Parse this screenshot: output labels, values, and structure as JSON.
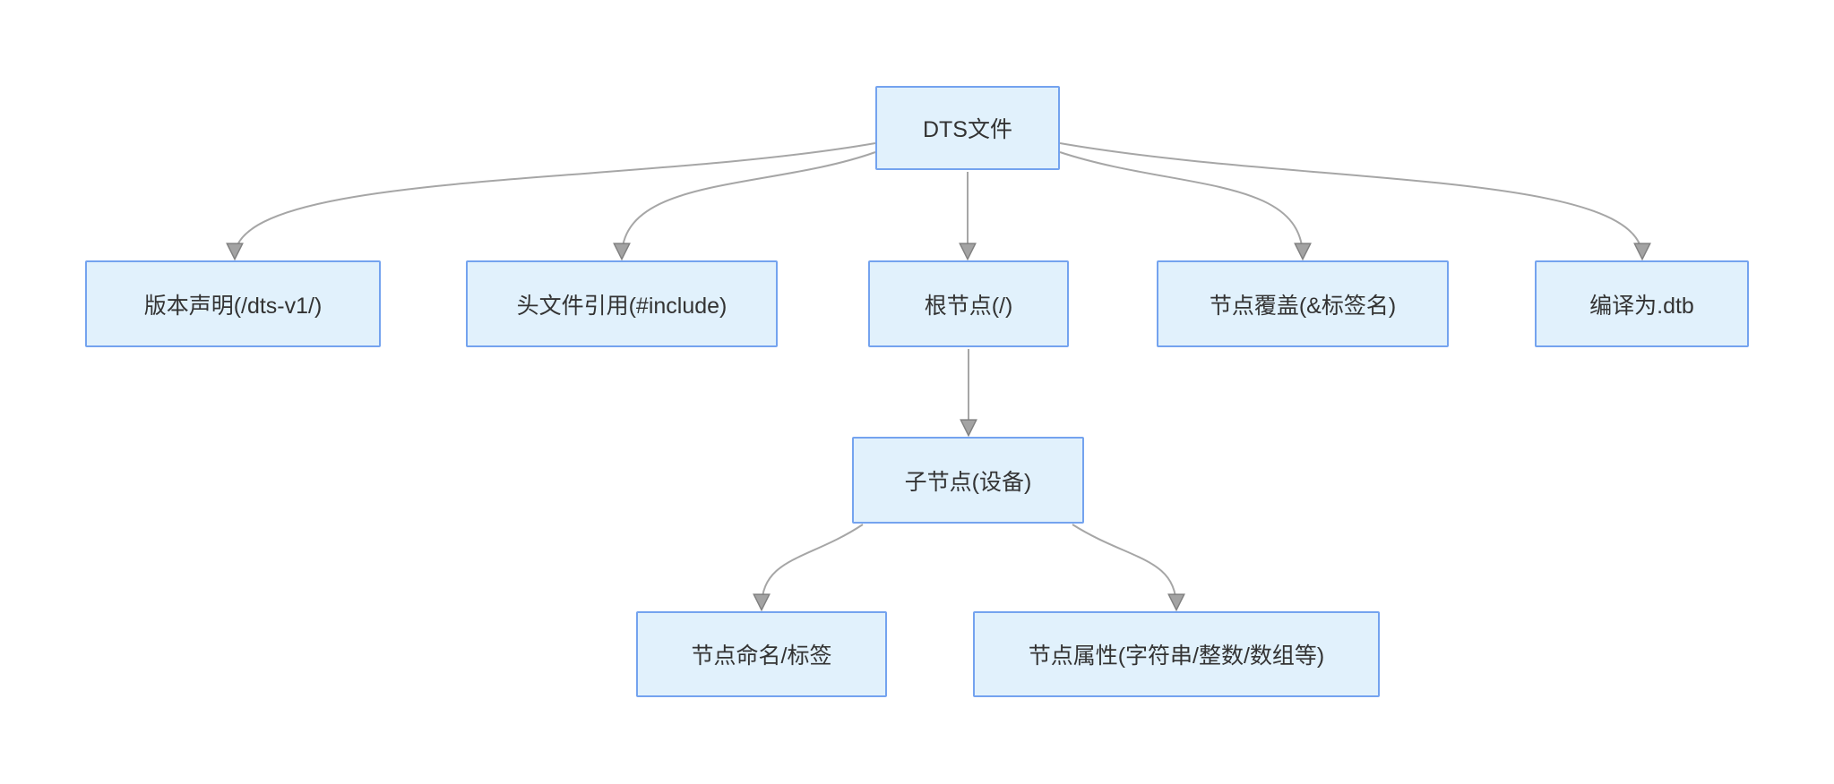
{
  "diagram": {
    "title": "DTS file structure flowchart",
    "colors": {
      "background": "#ffffff",
      "node_fill": "#e1f1fc",
      "node_border": "#74a3ef",
      "edge": "#a6a6a6",
      "arrowhead_fill": "#a3a3a3",
      "arrowhead_stroke": "#808080",
      "text": "#333333"
    },
    "nodes": {
      "root": {
        "label": "DTS文件"
      },
      "version": {
        "label": "版本声明(/dts-v1/)"
      },
      "include": {
        "label": "头文件引用(#include)"
      },
      "rootnode": {
        "label": "根节点(/)"
      },
      "override": {
        "label": "节点覆盖(&标签名)"
      },
      "compile": {
        "label": "编译为.dtb"
      },
      "child": {
        "label": "子节点(设备)"
      },
      "naming": {
        "label": "节点命名/标签"
      },
      "props": {
        "label": "节点属性(字符串/整数/数组等)"
      }
    },
    "edges": [
      {
        "from": "DTS文件",
        "to": "版本声明(/dts-v1/)"
      },
      {
        "from": "DTS文件",
        "to": "头文件引用(#include)"
      },
      {
        "from": "DTS文件",
        "to": "根节点(/)"
      },
      {
        "from": "DTS文件",
        "to": "节点覆盖(&标签名)"
      },
      {
        "from": "DTS文件",
        "to": "编译为.dtb"
      },
      {
        "from": "根节点(/)",
        "to": "子节点(设备)"
      },
      {
        "from": "子节点(设备)",
        "to": "节点命名/标签"
      },
      {
        "from": "子节点(设备)",
        "to": "节点属性(字符串/整数/数组等)"
      }
    ]
  }
}
